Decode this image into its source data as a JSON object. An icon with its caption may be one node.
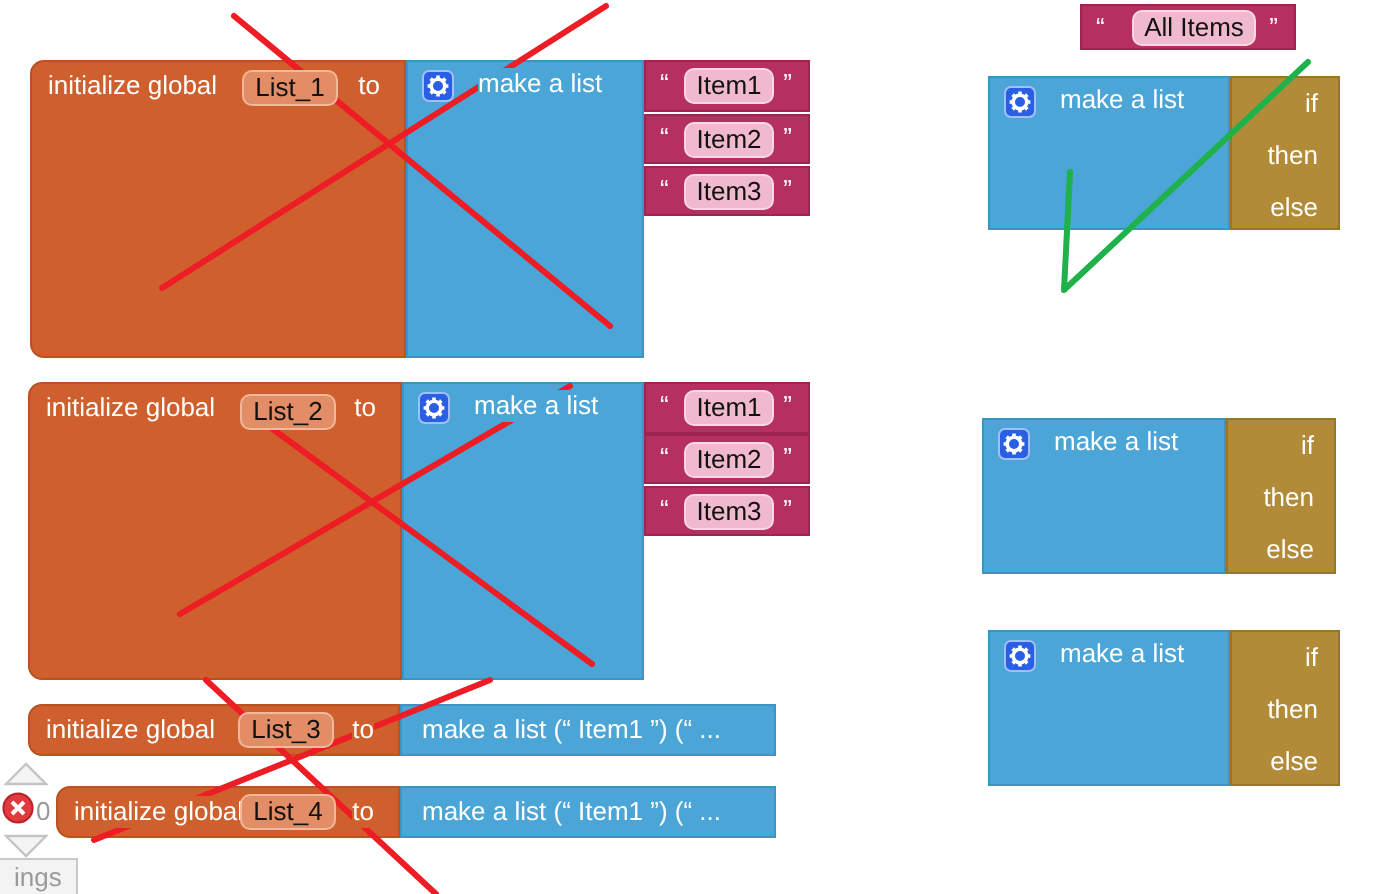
{
  "diagram": {
    "nodes": [
      {
        "text": [
          "initialize global",
          "to"
        ]
      },
      {
        "text": [
          "List_1"
        ],
        "in": 0
      },
      {
        "text": [
          "make a list"
        ]
      },
      {
        "text": [
          "“",
          "”"
        ]
      },
      {
        "text": [
          "Item1"
        ],
        "in": 3
      },
      {
        "text": [
          "“",
          "”"
        ]
      },
      {
        "text": [
          "Item2"
        ],
        "in": 5
      },
      {
        "text": [
          "“",
          "”"
        ]
      },
      {
        "text": [
          "Item3"
        ],
        "in": 7
      },
      {
        "text": [
          "“",
          "”"
        ]
      },
      {
        "text": [
          "All Items"
        ],
        "in": 9
      },
      {
        "text": [
          "make a list"
        ]
      },
      {
        "text": [
          "if",
          "then",
          "else"
        ]
      },
      {
        "text": [
          "initialize global",
          "to"
        ]
      },
      {
        "text": [
          "List_2"
        ],
        "in": 13
      },
      {
        "text": [
          "make a list"
        ]
      },
      {
        "text": [
          "“",
          "”"
        ]
      },
      {
        "text": [
          "Item1"
        ],
        "in": 16
      },
      {
        "text": [
          "“",
          "”"
        ]
      },
      {
        "text": [
          "Item2"
        ],
        "in": 18
      },
      {
        "text": [
          "“",
          "”"
        ]
      },
      {
        "text": [
          "Item3"
        ],
        "in": 20
      },
      {
        "text": [
          "make a list"
        ]
      },
      {
        "text": [
          "if",
          "then",
          "else"
        ]
      },
      {
        "text": [
          "make a list"
        ]
      },
      {
        "text": [
          "if",
          "then",
          "else"
        ]
      },
      {
        "text": [
          "initialize global",
          "to"
        ]
      },
      {
        "text": [
          "List_3"
        ],
        "in": 26
      },
      {
        "text": [
          "make a list (“ Item1 ”) (“ ..."
        ]
      },
      {
        "text": [
          "initialize global",
          "to"
        ]
      },
      {
        "text": [
          "List_4"
        ],
        "in": 29
      },
      {
        "text": [
          "make a list (“ Item1 ”) (“ ..."
        ]
      }
    ],
    "labels": [
      "0",
      "ings"
    ]
  }
}
